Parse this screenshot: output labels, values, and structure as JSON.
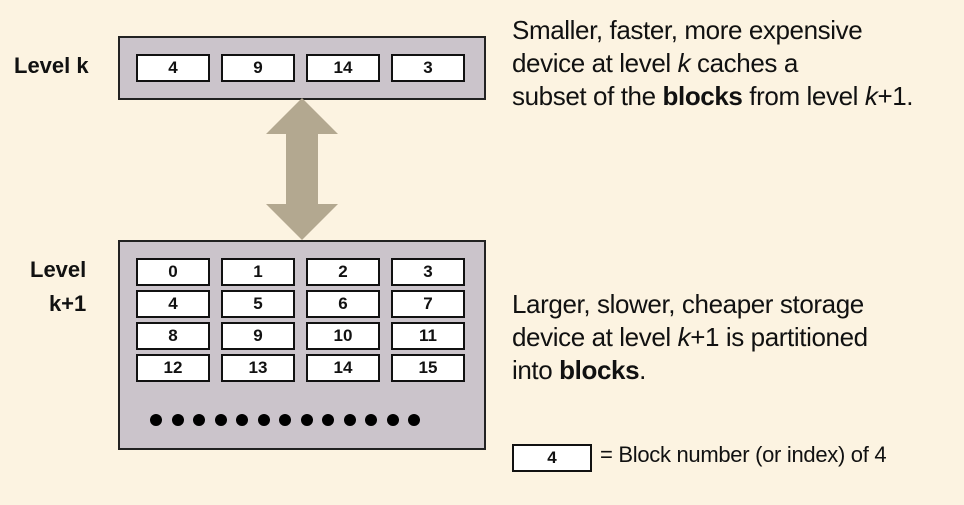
{
  "level_k": {
    "label": "Level k",
    "blocks": [
      "4",
      "9",
      "14",
      "3"
    ]
  },
  "level_k1": {
    "label_line1": "Level",
    "label_line2": "k+1",
    "rows": [
      [
        "0",
        "1",
        "2",
        "3"
      ],
      [
        "4",
        "5",
        "6",
        "7"
      ],
      [
        "8",
        "9",
        "10",
        "11"
      ],
      [
        "12",
        "13",
        "14",
        "15"
      ]
    ],
    "ellipsis_dot_count": 13
  },
  "top_description": {
    "line1": "Smaller, faster, more expensive",
    "line2_a": "device at level ",
    "line2_k": "k",
    "line2_b": " caches a",
    "line3_a": "subset of the ",
    "line3_bold": "blocks",
    "line3_b": " from level ",
    "line3_k": "k",
    "line3_c": "+1."
  },
  "bottom_description": {
    "line1": "Larger, slower, cheaper storage",
    "line2_a": "device at level ",
    "line2_k": "k",
    "line2_b": "+1 is partitioned",
    "line3_a": "into ",
    "line3_bold": "blocks",
    "line3_b": "."
  },
  "legend": {
    "box_value": "4",
    "text": "= Block number (or index) of 4"
  },
  "colors": {
    "background": "#fcf3e1",
    "tray": "#cbc4cb",
    "arrow": "#b3a890"
  }
}
